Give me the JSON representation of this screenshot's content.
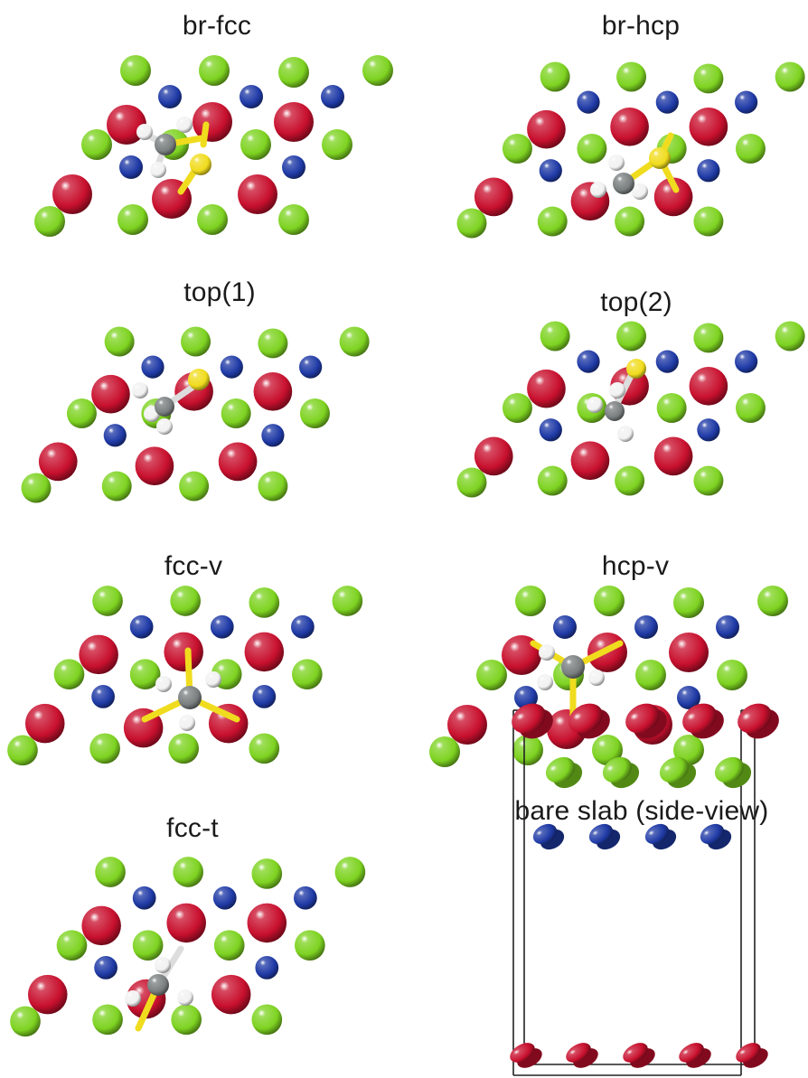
{
  "figure": {
    "panels": [
      {
        "id": "br-fcc",
        "label": "br-fcc"
      },
      {
        "id": "br-hcp",
        "label": "br-hcp"
      },
      {
        "id": "top1",
        "label": "top(1)"
      },
      {
        "id": "top2",
        "label": "top(2)"
      },
      {
        "id": "fcc-v",
        "label": "fcc-v"
      },
      {
        "id": "hcp-v",
        "label": "hcp-v"
      },
      {
        "id": "fcc-t",
        "label": "fcc-t"
      },
      {
        "id": "slab",
        "label": "bare slab (side-view)"
      }
    ]
  },
  "colors": {
    "green_atom": "#7ed321",
    "blue_atom": "#1f3aa6",
    "red_atom": "#c8102e",
    "carbon_atom": "#7a7f80",
    "hydrogen_atom": "#f2f2f2",
    "sulfur_atom": "#f0dc1e",
    "cell_outline": "#222222"
  }
}
